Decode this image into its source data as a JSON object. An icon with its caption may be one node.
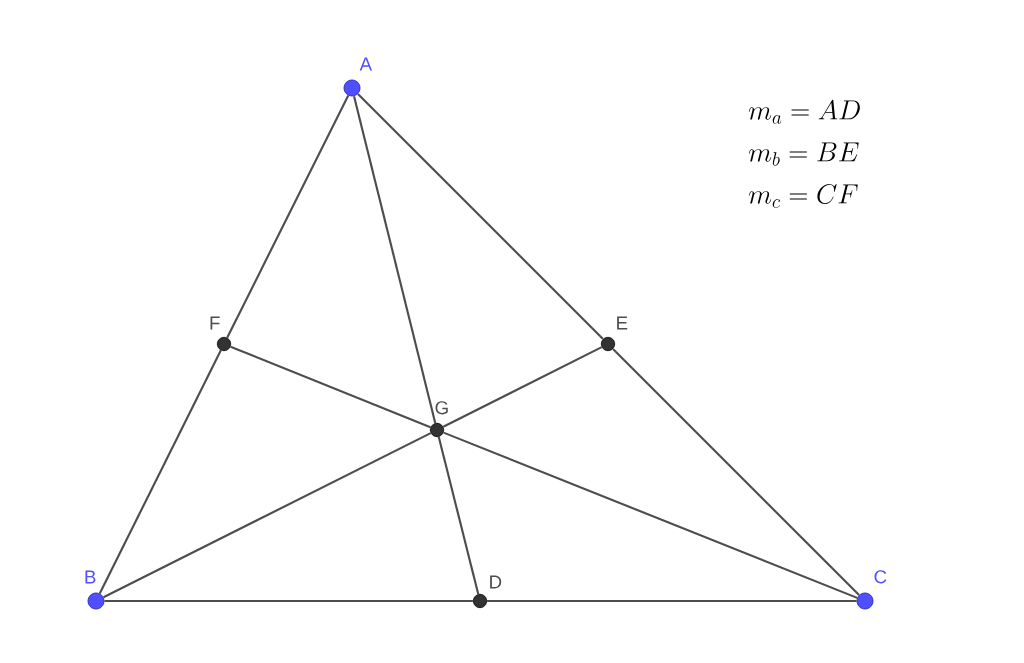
{
  "diagram": {
    "nodes": [
      {
        "text": [
          "A"
        ]
      },
      {
        "text": [
          "B"
        ]
      },
      {
        "text": [
          "C"
        ]
      },
      {
        "text": [
          "D"
        ]
      },
      {
        "text": [
          "E"
        ]
      },
      {
        "text": [
          "F"
        ]
      },
      {
        "text": [
          "G"
        ]
      }
    ],
    "edges": [
      {
        "from": 0,
        "to": 5,
        "arrow": "none"
      },
      {
        "from": 5,
        "to": 1,
        "arrow": "none"
      },
      {
        "from": 0,
        "to": 4,
        "arrow": "none"
      },
      {
        "from": 4,
        "to": 2,
        "arrow": "none"
      },
      {
        "from": 1,
        "to": 3,
        "arrow": "none"
      },
      {
        "from": 3,
        "to": 2,
        "arrow": "none"
      },
      {
        "from": 0,
        "to": 6,
        "arrow": "none"
      },
      {
        "from": 6,
        "to": 3,
        "arrow": "none"
      },
      {
        "from": 1,
        "to": 6,
        "arrow": "none"
      },
      {
        "from": 6,
        "to": 4,
        "arrow": "none"
      },
      {
        "from": 2,
        "to": 6,
        "arrow": "none"
      },
      {
        "from": 6,
        "to": 5,
        "arrow": "none"
      }
    ],
    "labels": [
      "m_a = AD",
      "m_b = BE",
      "m_c = CF"
    ]
  }
}
